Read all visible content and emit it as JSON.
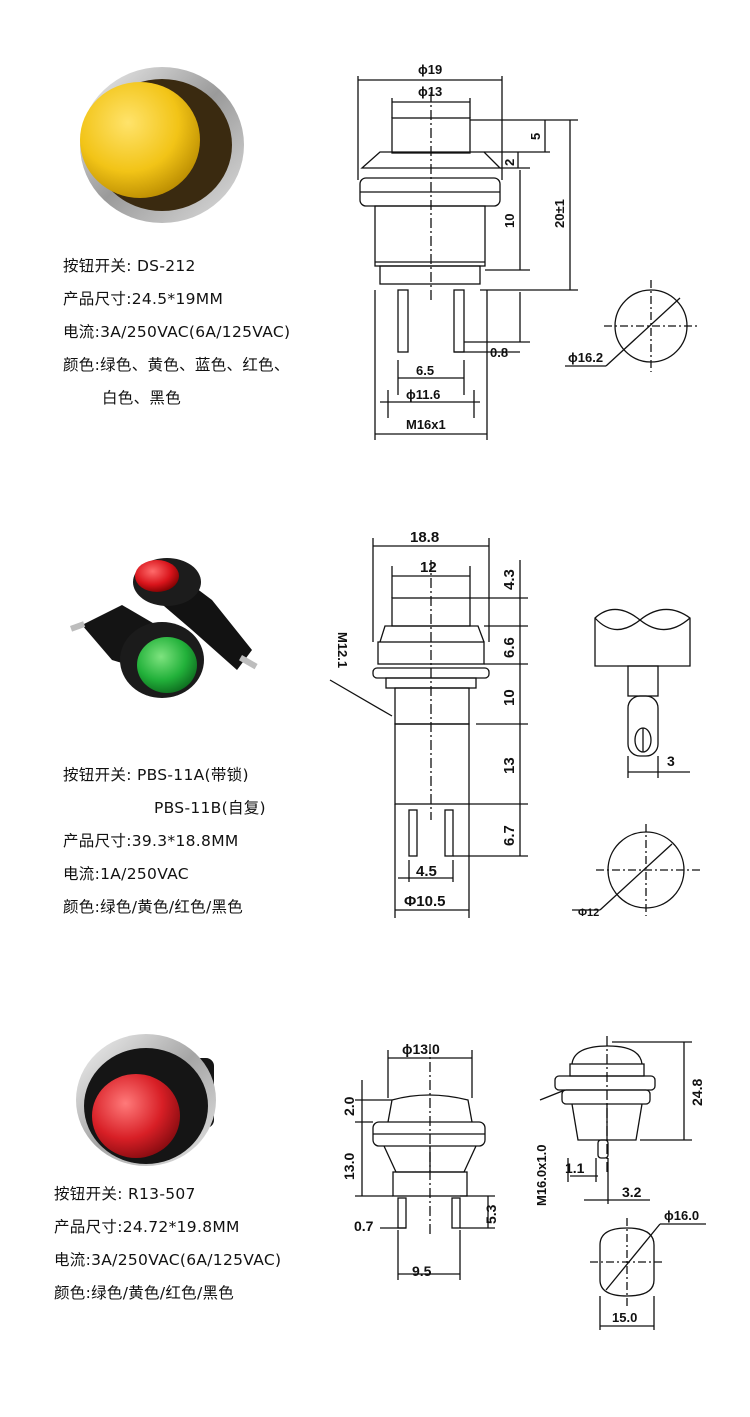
{
  "products": [
    {
      "specs": {
        "model": "按钮开关: DS-212",
        "size": "产品尺寸:24.5*19MM",
        "current": "电流:3A/250VAC(6A/125VAC)",
        "colors": "颜色:绿色、黄色、蓝色、红色、",
        "colors_cont": "白色、黑色"
      },
      "dims": {
        "d19": "ϕ19",
        "d13": "ϕ13",
        "h5": "5",
        "h2": "2",
        "h10": "10",
        "h20": "20±1",
        "w65": "6.5",
        "w116": "ϕ11.6",
        "t08": "0.8",
        "m16": "M16x1",
        "d162": "ϕ16.2"
      },
      "colors": {
        "button": "#f2c417",
        "body": "#1a1a1a",
        "nut": "#c9c9c9"
      }
    },
    {
      "specs": {
        "model": "按钮开关: PBS-11A(带锁)",
        "model2": "PBS-11B(自复)",
        "size": "产品尺寸:39.3*18.8MM",
        "current": "电流:1A/250VAC",
        "colors": "颜色:绿色/黄色/红色/黑色"
      },
      "dims": {
        "w188": "18.8",
        "w12": "12",
        "h43": "4.3",
        "h66": "6.6",
        "h10": "10",
        "h13": "13",
        "h67": "6.7",
        "w45": "4.5",
        "w105": "Φ10.5",
        "m121": "M12.1",
        "t3": "3",
        "d12": "Φ12"
      },
      "colors": {
        "button_red": "#d9141b",
        "button_green": "#22b13a",
        "body": "#121212"
      }
    },
    {
      "specs": {
        "model": "按钮开关: R13-507",
        "size": "产品尺寸:24.72*19.8MM",
        "current": "电流:3A/250VAC(6A/125VAC)",
        "colors": "颜色:绿色/黄色/红色/黑色"
      },
      "dims": {
        "d130": "ϕ13.0",
        "h20": "2.0",
        "h130": "13.0",
        "h53": "5.3",
        "t07": "0.7",
        "w95": "9.5",
        "h248": "24.8",
        "m160": "M16.0x1.0",
        "t11": "1.1",
        "t32": "3.2",
        "d160": "ϕ16.0",
        "w150": "15.0"
      },
      "colors": {
        "button": "#d81f26",
        "body": "#151515",
        "nut": "#cfcfcf"
      }
    }
  ]
}
